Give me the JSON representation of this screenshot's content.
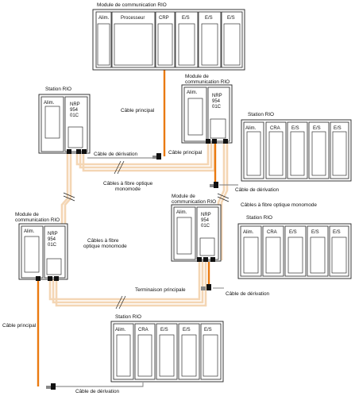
{
  "colors": {
    "main_cable": "#ea7a10",
    "fiber": "#f4d6b4",
    "outline": "#222222"
  },
  "top_station": {
    "title": "Module de communication RIO",
    "slots": [
      "Alim.",
      "Processeur",
      "CRP",
      "E/S",
      "E/S",
      "E/S"
    ]
  },
  "station_rio_left": {
    "title": "Station RIO",
    "alim": "Alim.",
    "nrp": [
      "NRP",
      "954",
      "01C"
    ]
  },
  "mcr_center": {
    "title_line1": "Module de",
    "title_line2": "communication RIO",
    "alim": "Alim.",
    "nrp": [
      "NRP",
      "954",
      "01C"
    ]
  },
  "station_rio_right_top": {
    "title": "Station RIO",
    "slots": [
      "Alim.",
      "CRA",
      "E/S",
      "E/S",
      "E/S"
    ]
  },
  "mcr_middle": {
    "title_line1": "Module de",
    "title_line2": "communication RIO",
    "alim": "Alim.",
    "nrp": [
      "NRP",
      "954",
      "01C"
    ]
  },
  "station_rio_right_mid": {
    "title": "Station RIO",
    "slots": [
      "Alim.",
      "CRA",
      "E/S",
      "E/S",
      "E/S"
    ]
  },
  "mcr_left": {
    "title_line1": "Module de",
    "title_line2": "communication RIO",
    "alim": "Alim.",
    "nrp": [
      "NRP",
      "954",
      "01C"
    ]
  },
  "station_rio_bottom": {
    "title": "Station RIO",
    "slots": [
      "Alim.",
      "CRA",
      "E/S",
      "E/S",
      "E/S"
    ]
  },
  "labels": {
    "cable_principal_1": "Câble principal",
    "cable_principal_2": "Câble principal",
    "cable_principal_3": "Câble principal",
    "cable_derivation_1": "Câble de dérivation",
    "cable_derivation_2": "Câble de dérivation",
    "cable_derivation_3": "Câble de dérivation",
    "cable_derivation_4": "Câble de dérivation",
    "fibre_1_line1": "Câbles à fibre optique",
    "fibre_1_line2": "monomode",
    "fibre_2": "Câbles à fibre optique monomode",
    "fibre_3_line1": "Câbles à fibre",
    "fibre_3_line2": "optique monomode",
    "terminaison": "Terminaison principale"
  }
}
